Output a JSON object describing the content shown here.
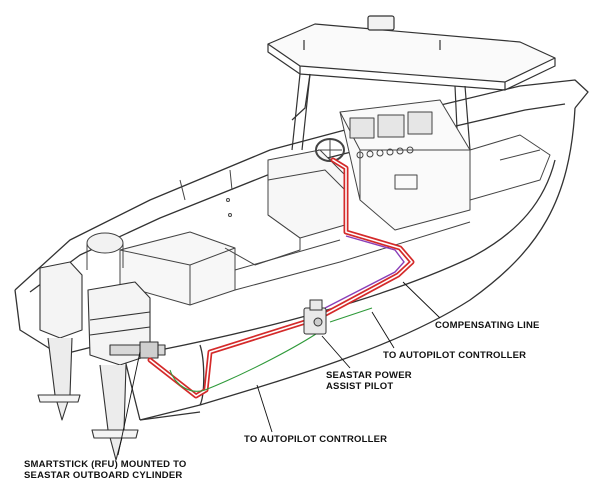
{
  "labels": {
    "compensating_line": "COMPENSATING LINE",
    "to_autopilot_upper": "TO AUTOPILOT CONTROLLER",
    "seastar_line1": "SEASTAR POWER",
    "seastar_line2": "ASSIST PILOT",
    "to_autopilot_lower": "TO AUTOPILOT CONTROLLER",
    "smartstick_line1": "SMARTSTICK (RFU) MOUNTED TO",
    "smartstick_line2": "SEASTAR OUTBOARD CYLINDER"
  },
  "colors": {
    "outline": "#333333",
    "hydraulic_hose": "#d42a2a",
    "compensating_line": "#8a3fb8",
    "autopilot_wire": "#2f9a3a",
    "leader": "#111111"
  }
}
